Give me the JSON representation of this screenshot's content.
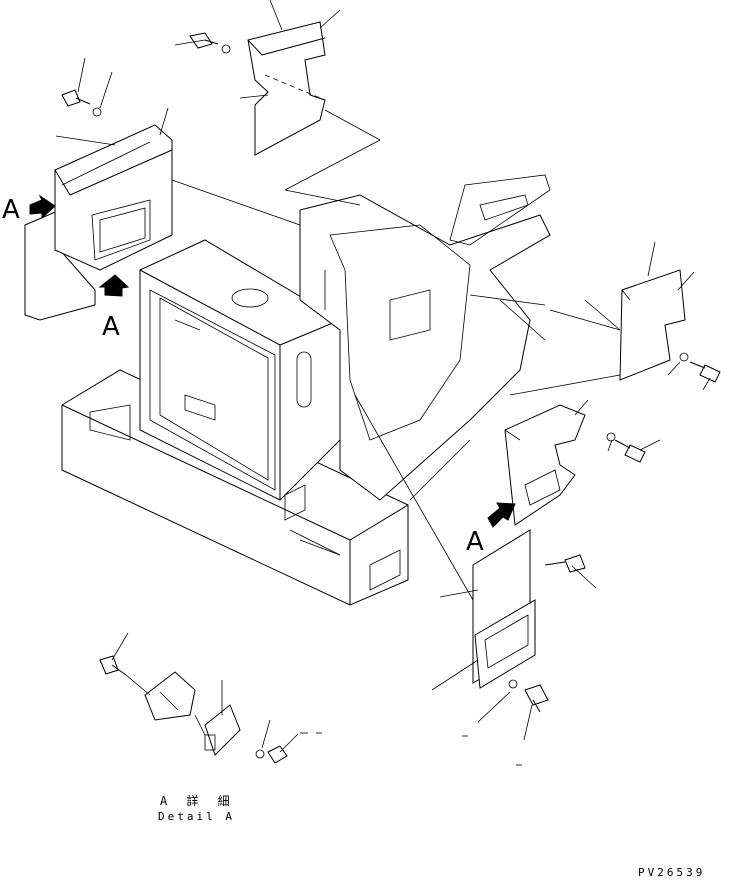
{
  "view_labels": {
    "left_view": "A",
    "left_arrow": "A",
    "right_view": "A"
  },
  "detail": {
    "jp_label": "A 詳 細",
    "en_label": "Detail A"
  },
  "drawing_code": "PV26539"
}
